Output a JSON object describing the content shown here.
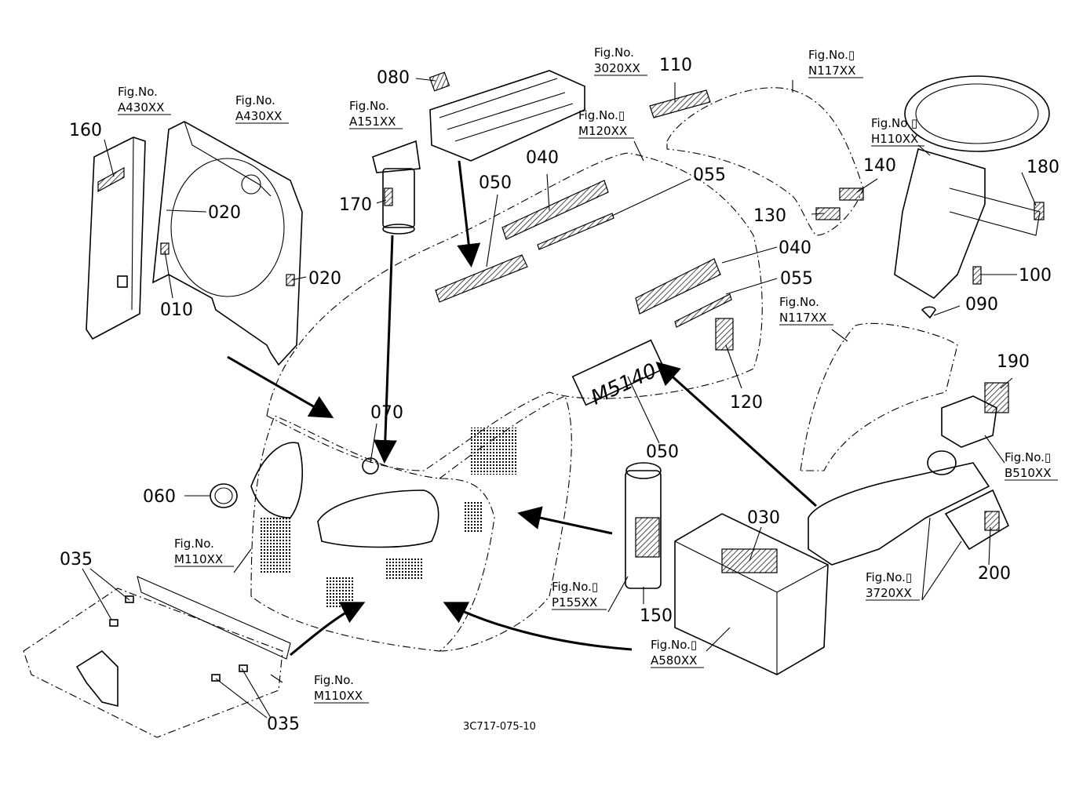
{
  "callouts": {
    "c160": "160",
    "c020a": "020",
    "c020b": "020",
    "c010": "010",
    "c170": "170",
    "c080": "080",
    "c050a": "050",
    "c040a": "040",
    "c055a": "055",
    "c110": "110",
    "c140": "140",
    "c130": "130",
    "c180": "180",
    "c100": "100",
    "c040b": "040",
    "c055b": "055",
    "c090": "090",
    "c120": "120",
    "c190": "190",
    "c070": "070",
    "c050b": "050",
    "c060": "060",
    "c035a": "035",
    "c035b": "035",
    "c030": "030",
    "c200": "200",
    "c150": "150"
  },
  "fig_refs": {
    "a430_left": {
      "label": "Fig.No.",
      "code": "A430XX"
    },
    "a430_right": {
      "label": "Fig.No.",
      "code": "A430XX"
    },
    "a151": {
      "label": "Fig.No.",
      "code": "A151XX"
    },
    "f3020": {
      "label": "Fig.No.",
      "code": "3020XX"
    },
    "m120": {
      "label": "Fig.No.▯",
      "code": "M120XX"
    },
    "n117_top": {
      "label": "Fig.No.▯",
      "code": "N117XX"
    },
    "h110": {
      "label": "Fig.No.▯",
      "code": "H110XX"
    },
    "n117_mid": {
      "label": "Fig.No.",
      "code": "N117XX"
    },
    "b510": {
      "label": "Fig.No.▯",
      "code": "B510XX"
    },
    "m110_left": {
      "label": "Fig.No.",
      "code": "M110XX"
    },
    "m110_bottom": {
      "label": "Fig.No.",
      "code": "M110XX"
    },
    "p155": {
      "label": "Fig.No.▯",
      "code": "P155XX"
    },
    "a580": {
      "label": "Fig.No.▯",
      "code": "A580XX"
    },
    "f3720": {
      "label": "Fig.No.▯",
      "code": "3720XX"
    }
  },
  "model_badge": "M5140",
  "drawing_number": "3C717-075-10"
}
